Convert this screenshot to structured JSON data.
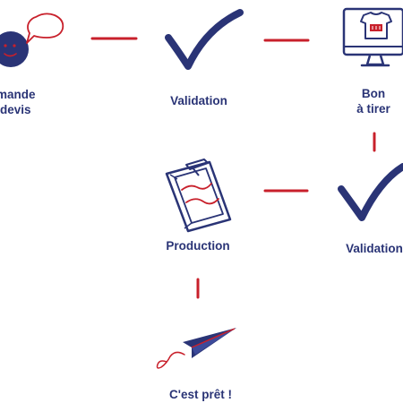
{
  "colors": {
    "navy": "#2a3476",
    "red": "#c8202b",
    "white": "#ffffff"
  },
  "steps": [
    {
      "id": "devis",
      "icon": "chat-face-icon",
      "lines": [
        "mande",
        "devis"
      ]
    },
    {
      "id": "validation-1",
      "icon": "check-icon",
      "lines": [
        "Validation"
      ]
    },
    {
      "id": "bon-a-tirer",
      "icon": "monitor-tshirt-icon",
      "lines": [
        "Bon",
        "à tirer"
      ]
    },
    {
      "id": "validation-2",
      "icon": "check-icon",
      "lines": [
        "Validation"
      ]
    },
    {
      "id": "production",
      "icon": "screen-print-frame-icon",
      "lines": [
        "Production"
      ]
    },
    {
      "id": "pret",
      "icon": "paper-plane-icon",
      "lines": [
        "C'est prêt !"
      ]
    }
  ]
}
